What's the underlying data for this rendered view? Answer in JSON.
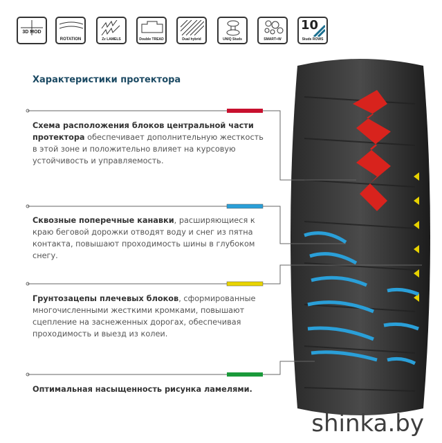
{
  "icons": [
    {
      "name": "3d-mod-icon",
      "label": "3D MOD"
    },
    {
      "name": "rotation-icon",
      "label": "ROTATION"
    },
    {
      "name": "zz-lamels-icon",
      "label": "Zz LAMELS"
    },
    {
      "name": "double-tread-icon",
      "label": "Double TREAD"
    },
    {
      "name": "dual-icon",
      "label": "Dual hybrid"
    },
    {
      "name": "uniq-studs-icon",
      "label": "UNIQ Studs"
    },
    {
      "name": "smart-w-icon",
      "label": "SMART+W"
    },
    {
      "name": "studs-rows-icon",
      "label": "Studs ROWS",
      "number": "10"
    }
  ],
  "title": "Характеристики протектора",
  "features": [
    {
      "bold": "Схема расположения блоков центральной части протектора",
      "text": " обеспечивает дополнительную жесткость в этой зоне и положительно влияет на курсовую устойчивость и управляемость.",
      "color": "#c8102e"
    },
    {
      "bold": "Сквозные поперечные канавки",
      "text": ", расширяющиеся к краю беговой дорожки отводят воду и снег из пятна контакта, повышают проходимость шины в глубоком снегу.",
      "color": "#2a9fd8"
    },
    {
      "bold": "Грунтозацепы плечевых блоков",
      "text": ", сформированные многочисленными жесткими кромками, повышают сцепление на заснеженных дорогах, обеспечивая проходимость и выезд из колеи.",
      "color": "#e8d400"
    },
    {
      "bold": "Оптимальная насыщенность рисунка ламелями.",
      "text": "",
      "color": "#1a9a3a"
    }
  ],
  "watermark": "shinka.by"
}
